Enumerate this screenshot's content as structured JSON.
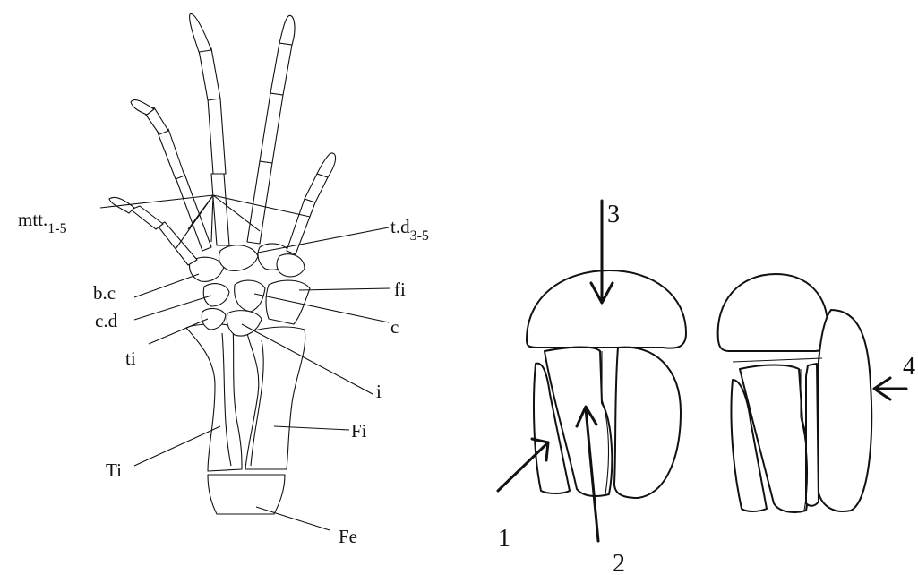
{
  "left_figure": {
    "labels": {
      "mtt": "mtt.",
      "mtt_sub": "1-5",
      "td": "t.d",
      "td_sub": "3-5",
      "bc": "b.c",
      "cd": "c.d",
      "ti": "ti",
      "fi": "fi",
      "c": "c",
      "i": "i",
      "Ti": "Ti",
      "Fi": "Fi",
      "Fe": "Fe"
    }
  },
  "right_figure": {
    "arrow_labels": [
      "1",
      "2",
      "3",
      "4"
    ]
  },
  "colors": {
    "stroke": "#111111",
    "background": "#ffffff"
  }
}
